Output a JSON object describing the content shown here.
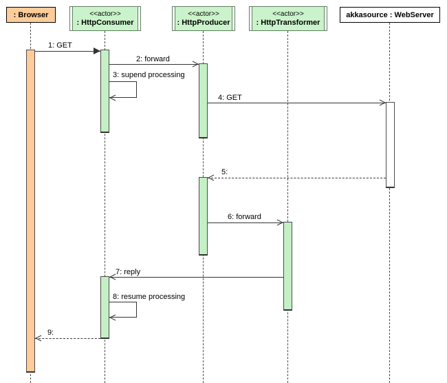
{
  "diagram": {
    "type": "uml-sequence-diagram",
    "participants": [
      {
        "name": ": Browser",
        "stereotype": "",
        "header_fill": "#FFCC99"
      },
      {
        "name": ": HttpConsumer",
        "stereotype": "<<actor>>",
        "header_fill": "#CBF3CB"
      },
      {
        "name": ": HttpProducer",
        "stereotype": "<<actor>>",
        "header_fill": "#CBF3CB"
      },
      {
        "name": ": HttpTransformer",
        "stereotype": "<<actor>>",
        "header_fill": "#CBF3CB"
      },
      {
        "name": "akkasource : WebServer",
        "stereotype": "",
        "header_fill": "#FFFFFF"
      }
    ],
    "messages": [
      {
        "label": "1: GET",
        "from": ": Browser",
        "to": ": HttpConsumer",
        "line": "solid",
        "arrow": "filled"
      },
      {
        "label": "2: forward",
        "from": ": HttpConsumer",
        "to": ": HttpProducer",
        "line": "solid",
        "arrow": "open"
      },
      {
        "label": "3: supend processing",
        "from": ": HttpConsumer",
        "to": ": HttpConsumer",
        "line": "solid",
        "arrow": "open"
      },
      {
        "label": "4: GET",
        "from": ": HttpProducer",
        "to": "akkasource : WebServer",
        "line": "solid",
        "arrow": "open"
      },
      {
        "label": "5:",
        "from": "akkasource : WebServer",
        "to": ": HttpProducer",
        "line": "dashed",
        "arrow": "open"
      },
      {
        "label": "6: forward",
        "from": ": HttpProducer",
        "to": ": HttpTransformer",
        "line": "solid",
        "arrow": "open"
      },
      {
        "label": "7: reply",
        "from": ": HttpTransformer",
        "to": ": HttpConsumer",
        "line": "solid",
        "arrow": "open"
      },
      {
        "label": "8: resume processing",
        "from": ": HttpConsumer",
        "to": ": HttpConsumer",
        "line": "solid",
        "arrow": "open"
      },
      {
        "label": "9:",
        "from": ": HttpConsumer",
        "to": ": Browser",
        "line": "dashed",
        "arrow": "open"
      }
    ],
    "colors": {
      "browser_fill": "#FFCC99",
      "actor_fill": "#CBF3CB",
      "activation_green": "#C5F0C5",
      "webserver_activation_fill": "#FFFFFF",
      "actor_border": "#5E7E5E",
      "plain_border": "#000000",
      "line_color": "#333333",
      "background": "#FFFFFF"
    }
  }
}
